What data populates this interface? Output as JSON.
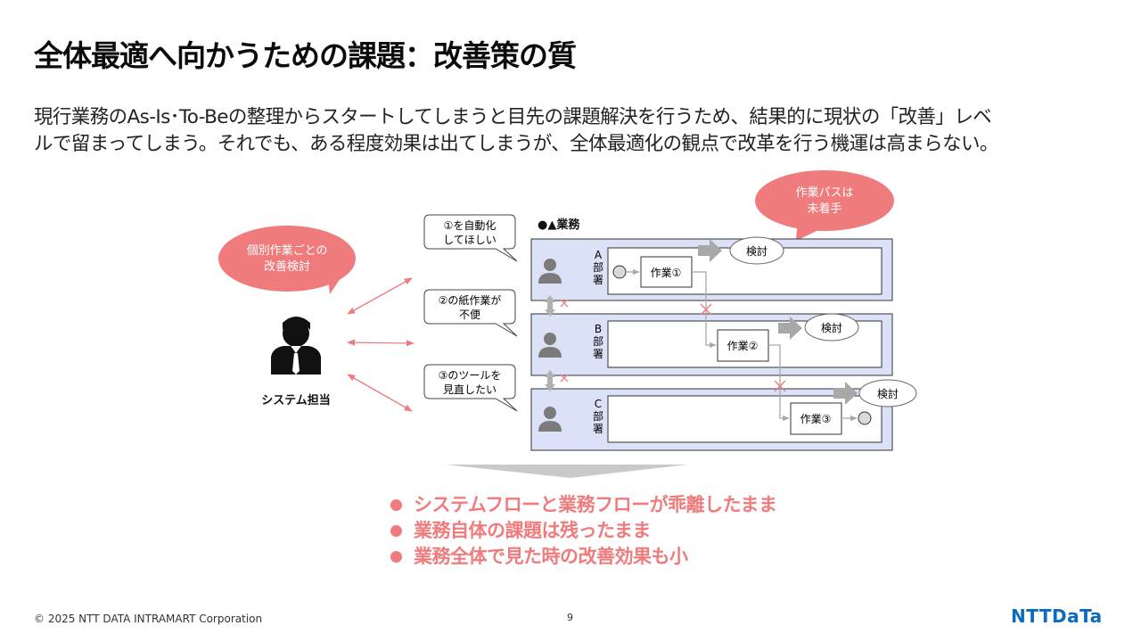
{
  "title": "全体最適へ向かうための課題：改善策の質",
  "body": {
    "line1": "現行業務のAs-Is･To-Beの整理からスタートしてしまうと目先の課題解決を行うため、結果的に現状の「改善」レベ",
    "line2": "ルで留まってしまう。それでも、ある程度効果は出てしまうが、全体最適化の観点で改革を行う機運は高まらない。"
  },
  "diagram": {
    "bubble_left": [
      "個別作業ごとの",
      "改善検討"
    ],
    "bubble_top": [
      "作業パスは",
      "未着手"
    ],
    "person_label": "システム担当",
    "callouts": [
      [
        "①を自動化",
        "してほしい"
      ],
      [
        "②の紙作業が",
        "不便"
      ],
      [
        "③のツールを",
        "見直したい"
      ]
    ],
    "business_title": "●▲業務",
    "departments": [
      {
        "label": [
          "A",
          "部",
          "署"
        ],
        "task": "作業①",
        "review": "検討"
      },
      {
        "label": [
          "B",
          "部",
          "署"
        ],
        "task": "作業②",
        "review": "検討"
      },
      {
        "label": [
          "C",
          "部",
          "署"
        ],
        "task": "作業③",
        "review": "検討"
      }
    ],
    "colors": {
      "accent": "#f07b7d",
      "lane": "#dbe2f7",
      "arrow": "#b0b0b0"
    }
  },
  "bullets": [
    "システムフローと業務フローが乖離したまま",
    "業務自体の課題は残ったまま",
    "業務全体で見た時の改善効果も小"
  ],
  "footer": {
    "copyright": "© 2025 NTT DATA INTRAMART Corporation",
    "page": "9",
    "logo": "NTTDaTa"
  }
}
